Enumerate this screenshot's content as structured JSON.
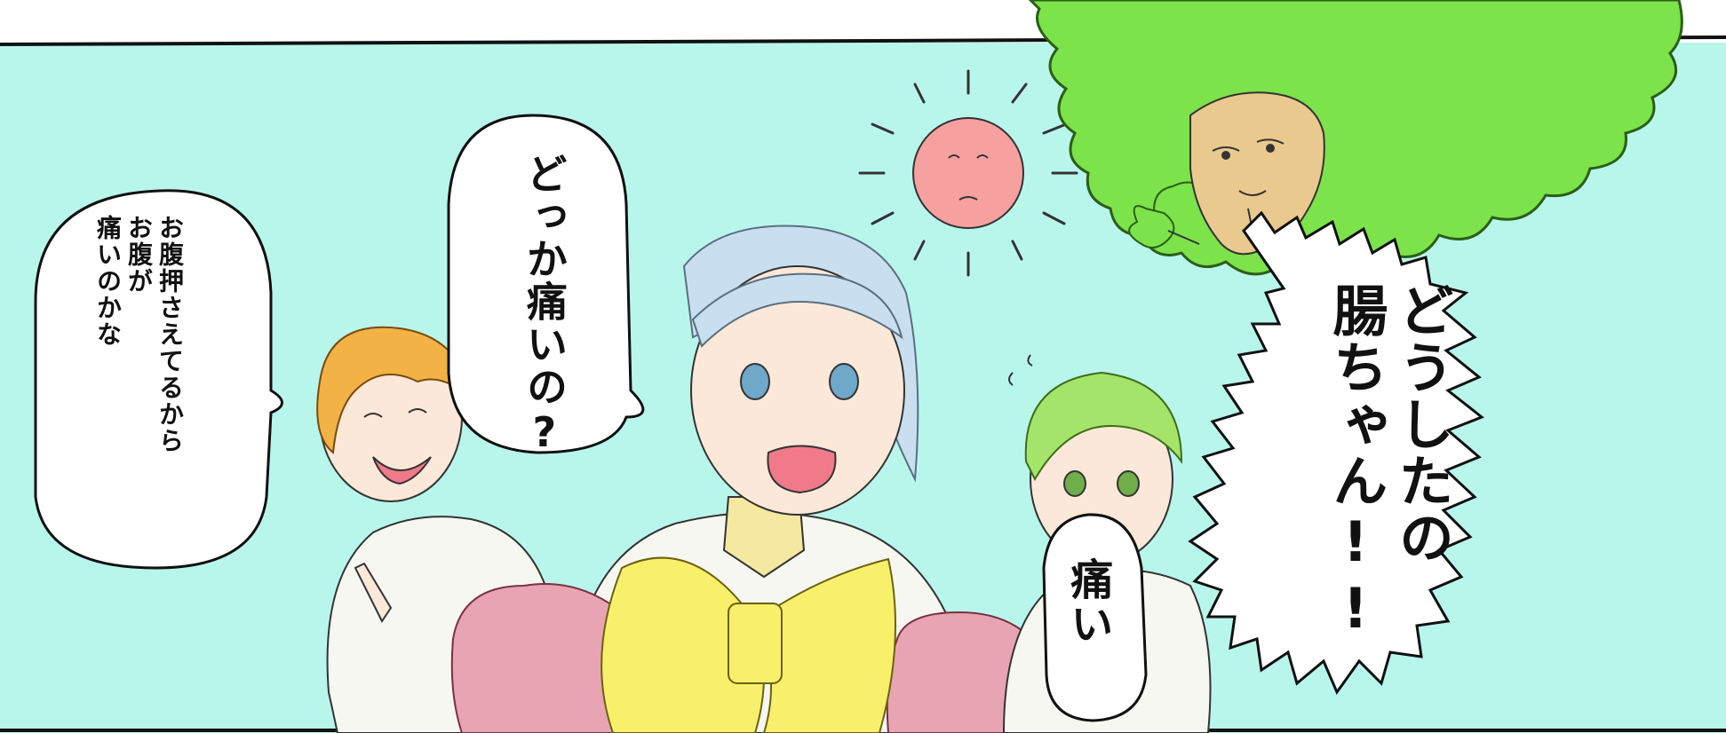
{
  "panel": {
    "bubbles": {
      "left": {
        "speaker": "orange-hair-girl",
        "text": "お腹押さえてるから\nお腹が\n痛いのかな"
      },
      "middle": {
        "speaker": "gray-hair-woman",
        "text": "どっか痛いの?"
      },
      "small": {
        "speaker": "green-hair-child",
        "text": "痛い"
      },
      "big": {
        "speaker": "tree-character",
        "text": "どうしたの\n腸ちゃん!!"
      }
    }
  },
  "colors": {
    "sky": "#b8f6ec",
    "tree": "#7ce34a",
    "sun": "#f7a0a0",
    "bow": "#f8f06a",
    "intestine": "#e8a4b2",
    "skin": "#fbe8d8",
    "treeFace": "#e9c98e"
  }
}
